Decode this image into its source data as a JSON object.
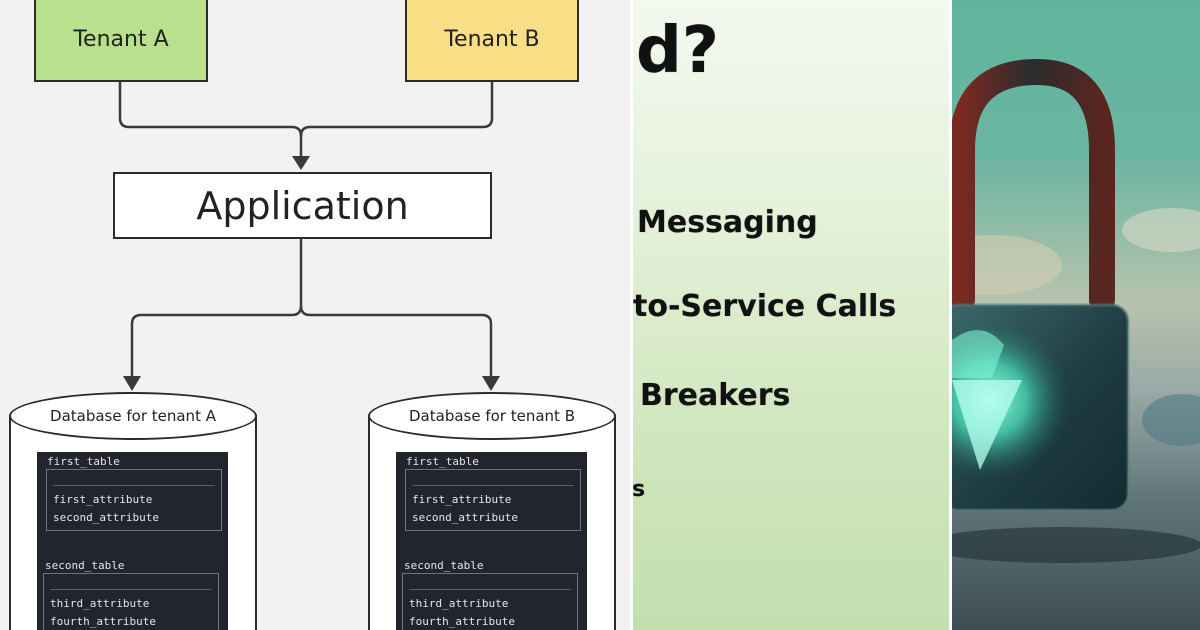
{
  "diagram": {
    "tenant_a": "Tenant A",
    "tenant_b": "Tenant B",
    "application": "Application",
    "databases": [
      {
        "label": "Database for tenant A",
        "tables": [
          {
            "name": "first_table",
            "attributes": [
              "first_attribute",
              "second_attribute"
            ]
          },
          {
            "name": "second_table",
            "attributes": [
              "third_attribute",
              "fourth_attribute"
            ]
          }
        ]
      },
      {
        "label": "Database for tenant B",
        "tables": [
          {
            "name": "first_table",
            "attributes": [
              "first_attribute",
              "second_attribute"
            ]
          },
          {
            "name": "second_table",
            "attributes": [
              "third_attribute",
              "fourth_attribute"
            ]
          }
        ]
      }
    ]
  },
  "slide": {
    "title_fragment": "d?",
    "items": [
      "Messaging",
      "to-Service Calls",
      "Breakers",
      "s"
    ]
  },
  "colors": {
    "tenant_a_fill": "#b9e08d",
    "tenant_b_fill": "#f8df85",
    "schema_bg": "#22252d",
    "lock_glow": "#4ff0c8"
  },
  "icons": {
    "lock": "padlock-icon"
  }
}
